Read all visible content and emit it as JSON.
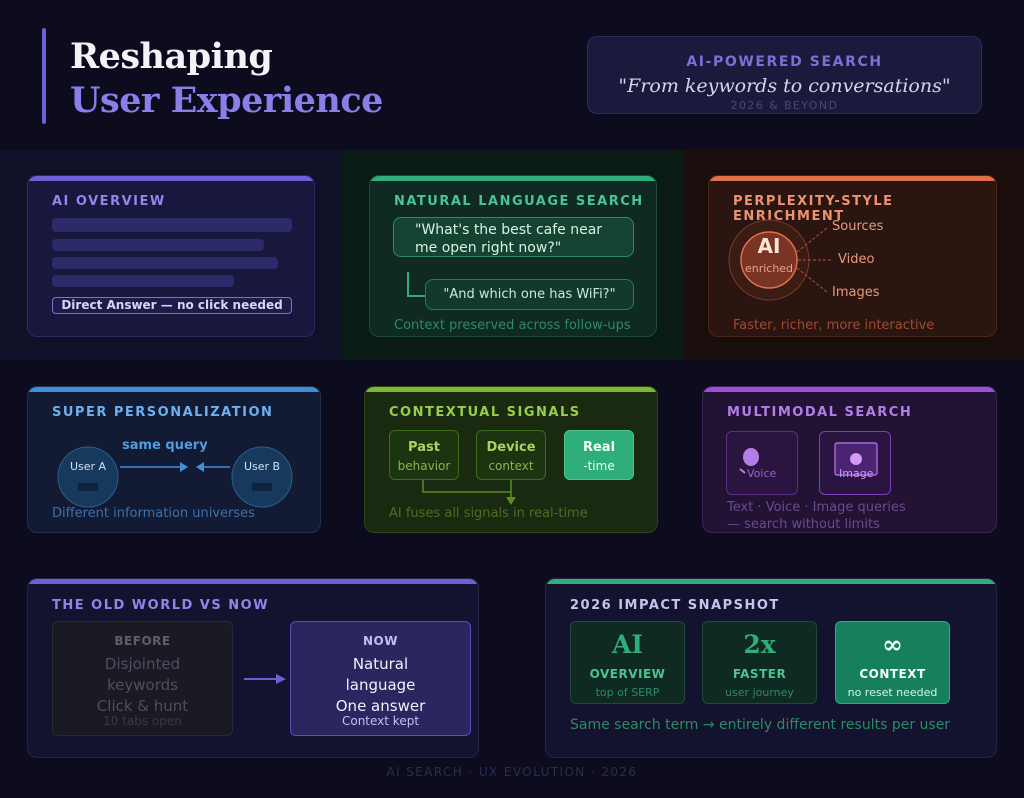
{
  "header": {
    "title_line1": "Reshaping",
    "title_line2": "User Experience",
    "tag": "AI-POWERED SEARCH",
    "quote": "\"From keywords to conversations\"",
    "sub": "2026 & BEYOND"
  },
  "overview": {
    "title": "AI OVERVIEW",
    "answer": "Direct Answer — no click needed"
  },
  "natural": {
    "title": "NATURAL LANGUAGE SEARCH",
    "q1_line1": "\"What's the best cafe near",
    "q1_line2": "me open right now?\"",
    "q2": "\"And which one has WiFi?\"",
    "caption": "Context preserved across follow-ups"
  },
  "enrich": {
    "title": "PERPLEXITY-STYLE ENRICHMENT",
    "core": "AI",
    "core_sub": "enriched",
    "items": [
      "Sources",
      "Video",
      "Images"
    ],
    "caption": "Faster, richer, more interactive"
  },
  "personal": {
    "title": "SUPER PERSONALIZATION",
    "query": "same query",
    "user_a": "User A",
    "user_b": "User B",
    "caption": "Different information universes"
  },
  "signals": {
    "title": "CONTEXTUAL SIGNALS",
    "items": [
      {
        "a": "Past",
        "b": "behavior"
      },
      {
        "a": "Device",
        "b": "context"
      },
      {
        "a": "Real",
        "b": "-time"
      }
    ],
    "caption": "AI fuses all signals in real-time"
  },
  "multimodal": {
    "title": "MULTIMODAL SEARCH",
    "voice": "Voice",
    "image": "Image",
    "caption_line1": "Text · Voice · Image queries",
    "caption_line2": "— search without limits"
  },
  "oldworld": {
    "title": "THE OLD WORLD VS NOW",
    "before_label": "BEFORE",
    "before_lines": [
      "Disjointed",
      "keywords",
      "Click & hunt"
    ],
    "before_sub": "10 tabs open",
    "now_label": "NOW",
    "now_lines": [
      "Natural",
      "language",
      "One answer"
    ],
    "now_sub": "Context kept"
  },
  "impact": {
    "title": "2026 IMPACT SNAPSHOT",
    "cards": [
      {
        "big": "AI",
        "label": "OVERVIEW",
        "sub": "top of SERP"
      },
      {
        "big": "2x",
        "label": "FASTER",
        "sub": "user journey"
      },
      {
        "big": "∞",
        "label": "CONTEXT",
        "sub": "no reset needed"
      }
    ],
    "caption": "Same search term → entirely different results per user"
  },
  "footer": "AI SEARCH · UX EVOLUTION · 2026",
  "colors": {
    "purple": "#6d5fd6",
    "green": "#2fae7c",
    "orange": "#e0704a",
    "blue": "#3f8ed8",
    "lime": "#7fb832",
    "violet": "#9a4fd6"
  }
}
